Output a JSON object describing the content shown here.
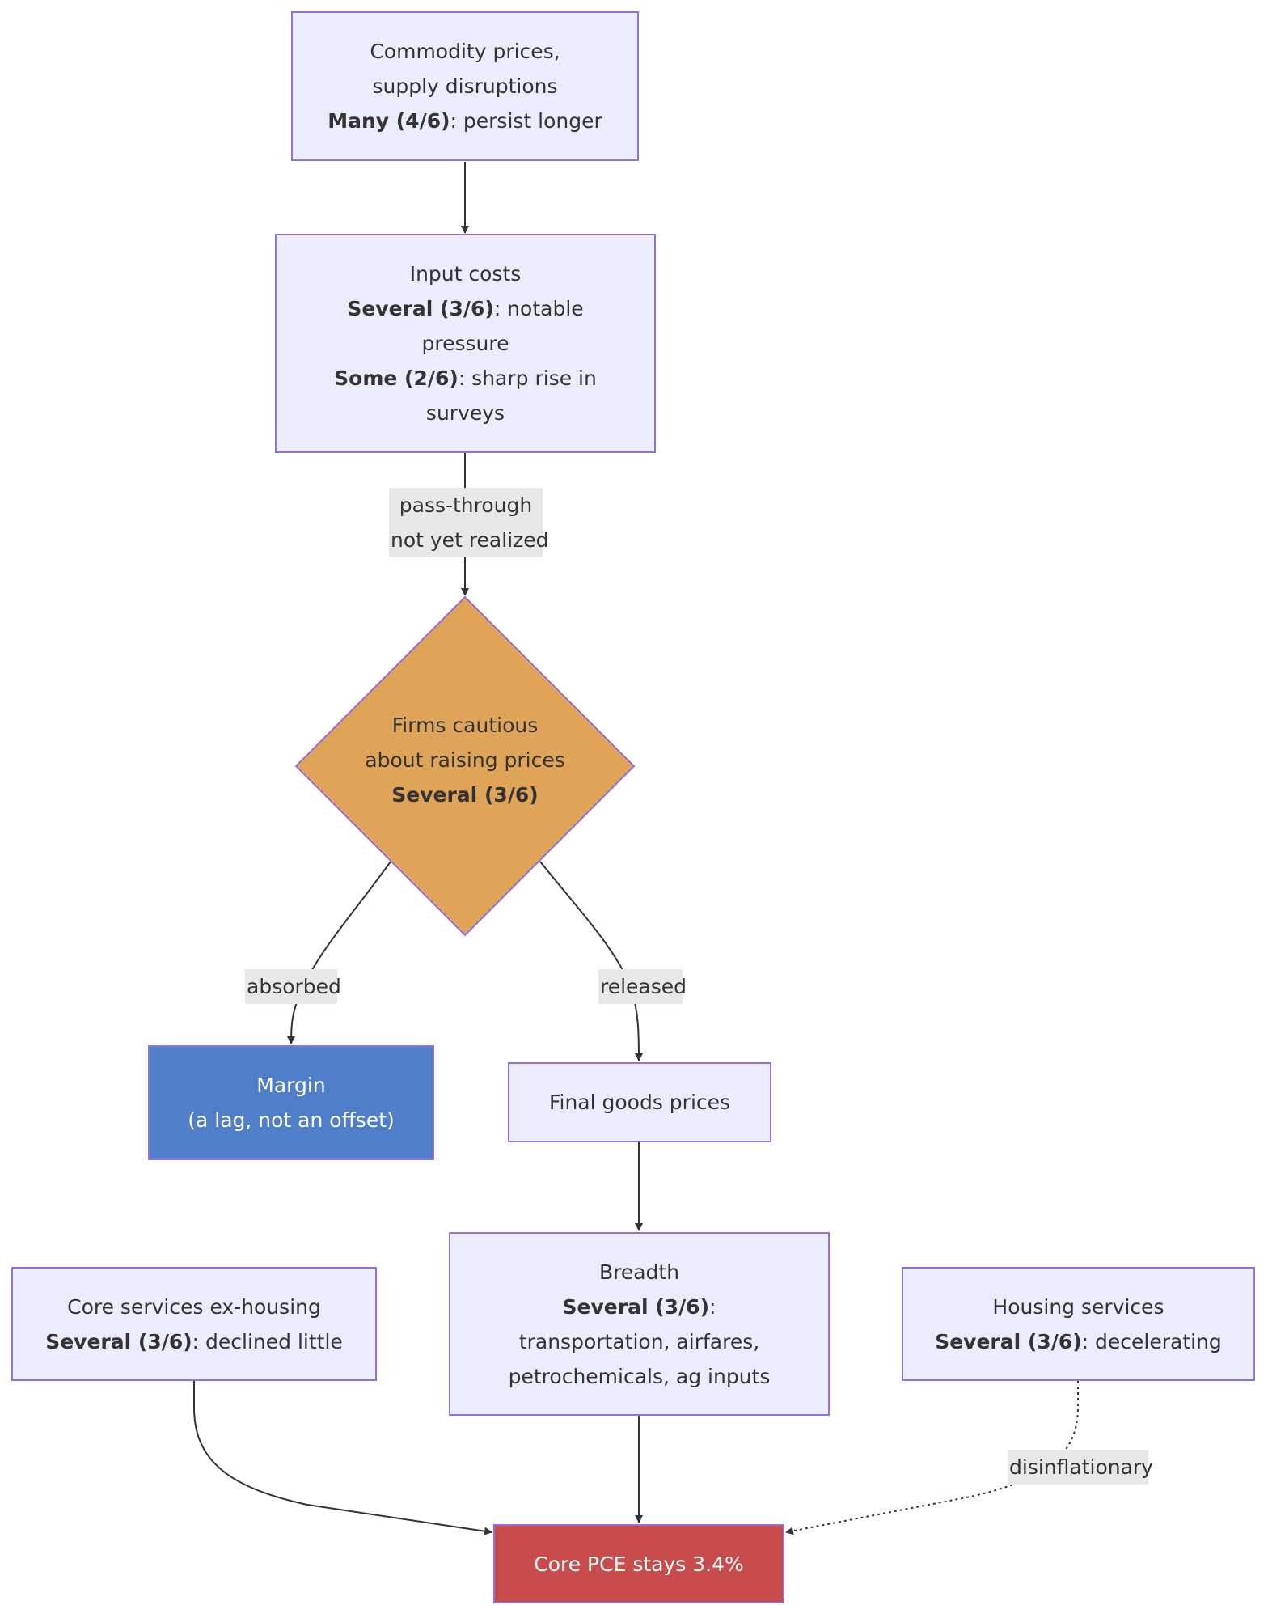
{
  "nodes": {
    "commodity": {
      "line1": "Commodity prices,",
      "line2": "supply disruptions",
      "line3_bold": "Many (4/6)",
      "line3_rest": ": persist longer"
    },
    "input_costs": {
      "line1": "Input costs",
      "line2_bold": "Several (3/6)",
      "line2_rest": ": notable",
      "line3": "pressure",
      "line4_bold": "Some (2/6)",
      "line4_rest": ": sharp rise in",
      "line5": "surveys"
    },
    "firms": {
      "line1": "Firms cautious",
      "line2": "about raising prices",
      "line3_bold": "Several (3/6)"
    },
    "margin": {
      "line1": "Margin",
      "line2": "(a lag, not an offset)"
    },
    "final_goods": {
      "line1": "Final goods prices"
    },
    "breadth": {
      "line1": "Breadth",
      "line2_bold": "Several (3/6)",
      "line2_rest": ":",
      "line3": "transportation, airfares,",
      "line4": "petrochemicals, ag inputs"
    },
    "core_services": {
      "line1": "Core services ex-housing",
      "line2_bold": "Several (3/6)",
      "line2_rest": ": declined little"
    },
    "housing": {
      "line1": "Housing services",
      "line2_bold": "Several (3/6)",
      "line2_rest": ": decelerating"
    },
    "core_pce": {
      "line1": "Core PCE stays 3.4%"
    }
  },
  "edge_labels": {
    "pass_through_line1": "pass-through",
    "pass_through_line2": "not yet realized",
    "absorbed": "absorbed",
    "released": "released",
    "disinflationary": "disinflationary"
  },
  "colors": {
    "node_fill": "#ECECFF",
    "node_border": "#9370DB",
    "decision_fill": "#E0A458",
    "margin_fill": "#4F7FC9",
    "core_pce_fill": "#C94C4C",
    "edge_color": "#333333",
    "edge_label_bg": "#E8E8E8"
  }
}
